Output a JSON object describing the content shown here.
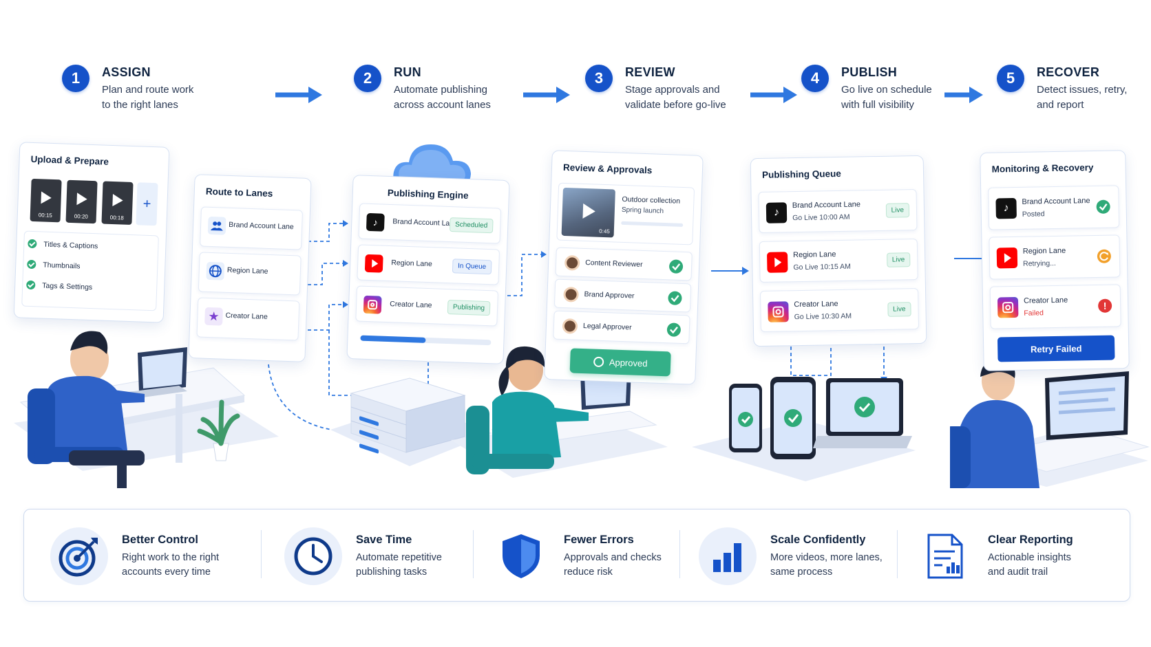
{
  "steps": [
    {
      "num": "1",
      "title": "ASSIGN",
      "desc1": "Plan and route work",
      "desc2": "to the right lanes"
    },
    {
      "num": "2",
      "title": "RUN",
      "desc1": "Automate publishing",
      "desc2": "across account lanes"
    },
    {
      "num": "3",
      "title": "REVIEW",
      "desc1": "Stage approvals and",
      "desc2": "validate before go-live"
    },
    {
      "num": "4",
      "title": "PUBLISH",
      "desc1": "Go live on schedule",
      "desc2": "with full visibility"
    },
    {
      "num": "5",
      "title": "RECOVER",
      "desc1": "Detect issues, retry,",
      "desc2": "and report"
    }
  ],
  "upload": {
    "title": "Upload & Prepare",
    "durations": [
      "00:15",
      "00:20",
      "00:18"
    ],
    "plus": "+",
    "checks": [
      "Titles & Captions",
      "Thumbnails",
      "Tags & Settings"
    ]
  },
  "route": {
    "title": "Route to Lanes",
    "lanes": [
      "Brand Account Lane",
      "Region Lane",
      "Creator Lane"
    ],
    "icons": [
      "users-icon",
      "globe-icon",
      "star-icon"
    ]
  },
  "engine": {
    "title": "Publishing Engine",
    "rows": [
      {
        "label": "Brand Account Lane",
        "badge": "Scheduled"
      },
      {
        "label": "Region Lane",
        "badge": "In Queue"
      },
      {
        "label": "Creator Lane",
        "badge": "Publishing"
      }
    ],
    "progress": 0.5
  },
  "review": {
    "title": "Review & Approvals",
    "preview_line1": "Outdoor collection",
    "preview_line2": "Spring launch",
    "preview_dur": "0:45",
    "approvers": [
      "Content Reviewer",
      "Brand Approver",
      "Legal Approver"
    ],
    "button": "Approved"
  },
  "queue": {
    "title": "Publishing Queue",
    "rows": [
      {
        "label": "Brand Account Lane",
        "sub": "Go Live 10:00 AM",
        "badge": "Live"
      },
      {
        "label": "Region Lane",
        "sub": "Go Live 10:15 AM",
        "badge": "Live"
      },
      {
        "label": "Creator Lane",
        "sub": "Go Live 10:30 AM",
        "badge": "Live"
      }
    ]
  },
  "monitor": {
    "title": "Monitoring & Recovery",
    "rows": [
      {
        "label": "Brand Account Lane",
        "sub": "Posted"
      },
      {
        "label": "Region Lane",
        "sub": "Retrying..."
      },
      {
        "label": "Creator Lane",
        "sub": "Failed"
      }
    ],
    "button": "Retry Failed"
  },
  "benefits": [
    {
      "title": "Better Control",
      "desc1": "Right work to the right",
      "desc2": "accounts every time",
      "icon": "target-icon"
    },
    {
      "title": "Save Time",
      "desc1": "Automate repetitive",
      "desc2": "publishing tasks",
      "icon": "clock-icon"
    },
    {
      "title": "Fewer Errors",
      "desc1": "Approvals and checks",
      "desc2": "reduce risk",
      "icon": "shield-icon"
    },
    {
      "title": "Scale Confidently",
      "desc1": "More videos, more lanes,",
      "desc2": "same process",
      "icon": "bar-chart-icon"
    },
    {
      "title": "Clear Reporting",
      "desc1": "Actionable insights",
      "desc2": "and audit trail",
      "icon": "report-icon"
    }
  ],
  "colors": {
    "primary": "#1552c9",
    "success": "#2faa78",
    "warning": "#f2a02a",
    "error": "#e23636",
    "tiktok": "#111111",
    "youtube": "#ff0000"
  }
}
